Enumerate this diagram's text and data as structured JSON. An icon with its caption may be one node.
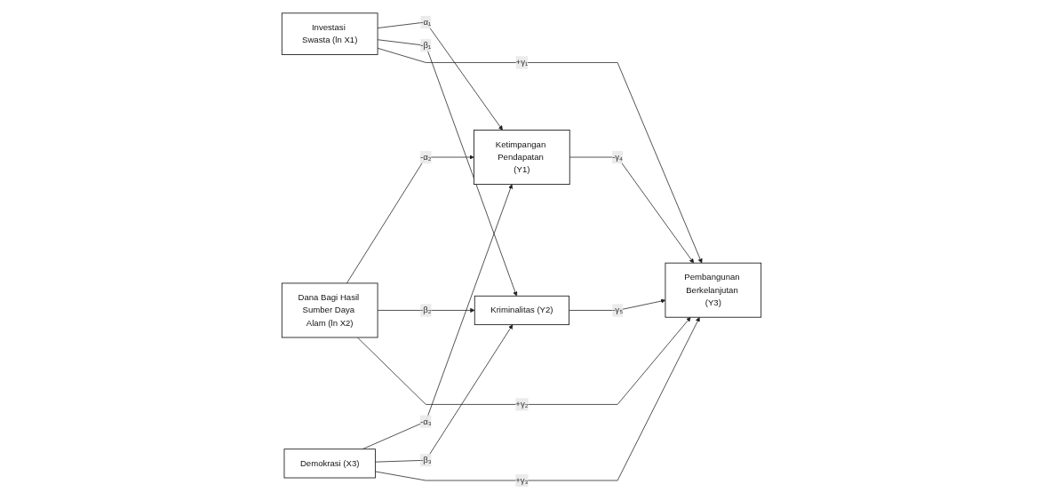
{
  "diagram": {
    "nodes": [
      {
        "text": [
          "Investasi Swasta (ln X1)"
        ]
      },
      {
        "text": [
          "Dana Bagi Hasil Sumber Daya Alam (ln X2)"
        ]
      },
      {
        "text": [
          "Demokrasi (X3)"
        ]
      },
      {
        "text": [
          "Ketimpangan Pendapatan (Y1)"
        ]
      },
      {
        "text": [
          "Kriminalitas (Y2)"
        ]
      },
      {
        "text": [
          "Pembangunan Berkelanjutan (Y3)"
        ]
      }
    ],
    "edges": [
      {
        "from": 0,
        "to": 3,
        "arrow": "to",
        "label": "-α₁"
      },
      {
        "from": 1,
        "to": 3,
        "arrow": "to",
        "label": "-α₂"
      },
      {
        "from": 2,
        "to": 3,
        "arrow": "to",
        "label": "-α₃"
      },
      {
        "from": 0,
        "to": 4,
        "arrow": "to",
        "label": "-β₁"
      },
      {
        "from": 1,
        "to": 4,
        "arrow": "to",
        "label": "-β₂"
      },
      {
        "from": 2,
        "to": 4,
        "arrow": "to",
        "label": "-β₃"
      },
      {
        "from": 0,
        "to": 5,
        "arrow": "to",
        "label": "+γ₁"
      },
      {
        "from": 1,
        "to": 5,
        "arrow": "to",
        "label": "+γ₂"
      },
      {
        "from": 2,
        "to": 5,
        "arrow": "to",
        "label": "+γ₃"
      },
      {
        "from": 3,
        "to": 5,
        "arrow": "to",
        "label": "-γ₄"
      },
      {
        "from": 4,
        "to": 5,
        "arrow": "to",
        "label": "-γ₅"
      }
    ]
  }
}
